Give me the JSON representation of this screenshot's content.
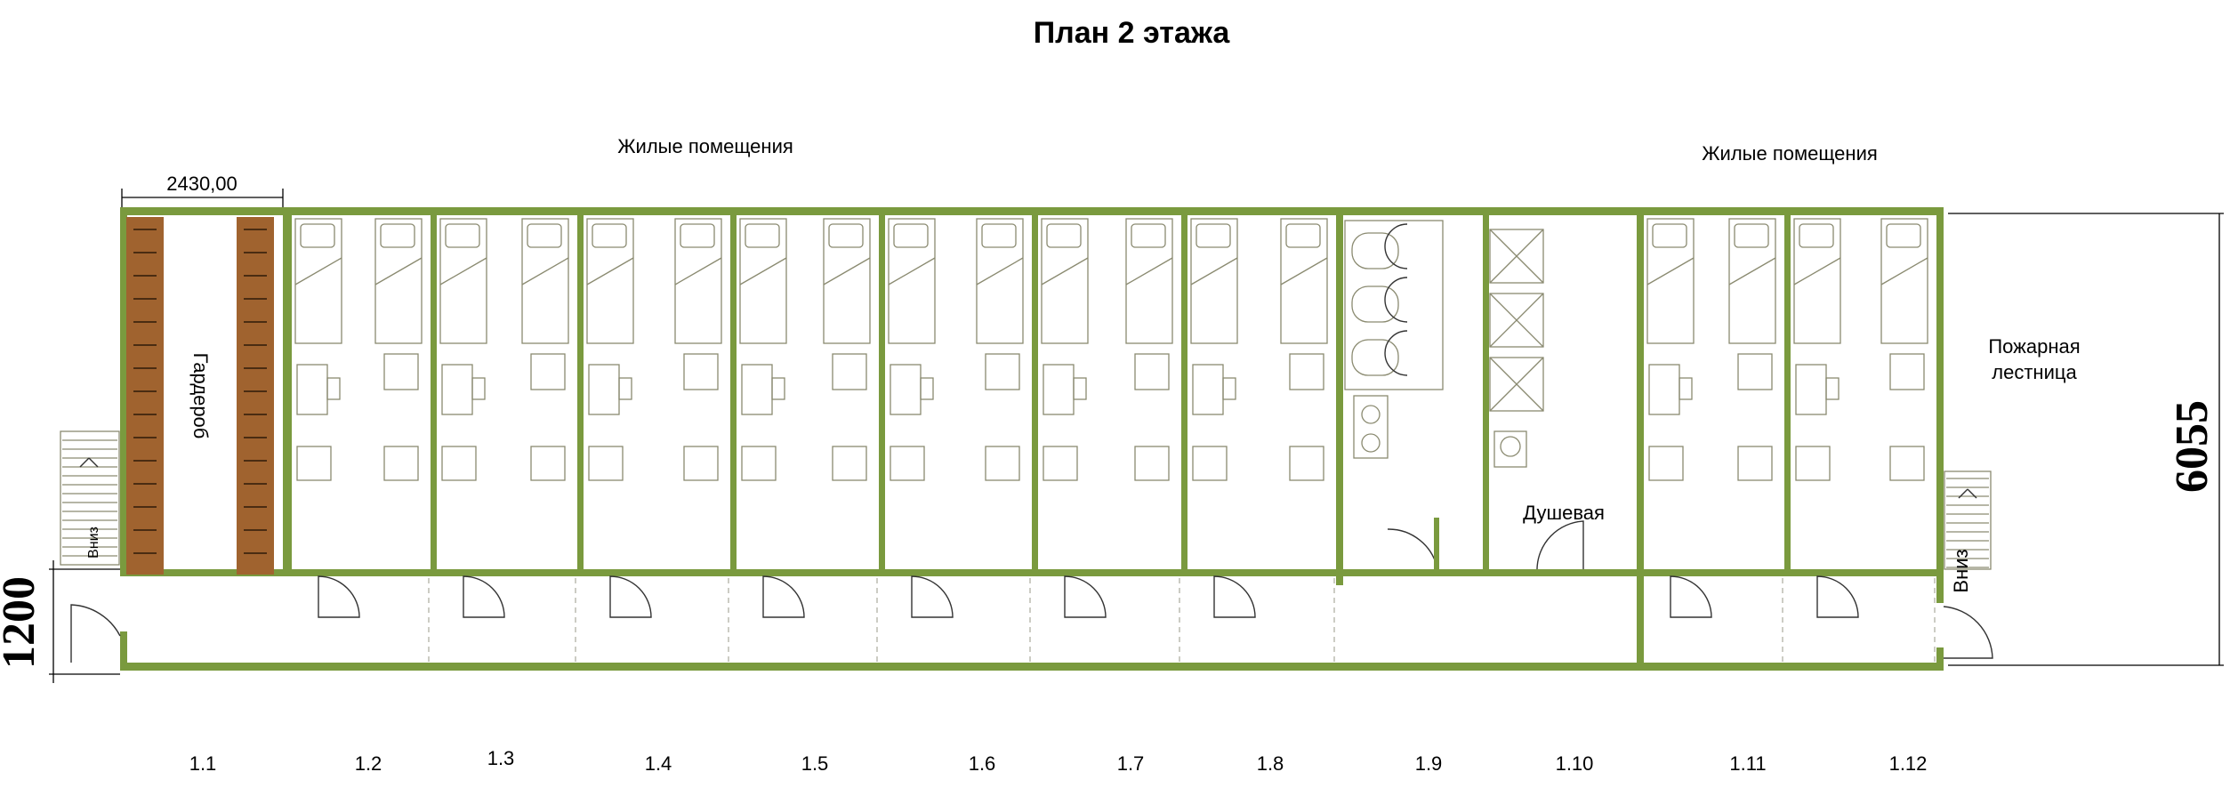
{
  "title": "План 2 этажа",
  "zones": {
    "living_left": "Жилые помещения",
    "living_right": "Жилые помещения",
    "wardrobe": "Гардероб",
    "shower": "Душевая",
    "fire_stairs": [
      "Пожарная",
      "лестница"
    ],
    "stairs_down_left": "Вниз",
    "stairs_down_right": "Вниз"
  },
  "dimensions": {
    "wardrobe_width": "2430,00",
    "height_right": "6055",
    "corridor_left": "1200"
  },
  "rooms": [
    "1.1",
    "1.2",
    "1.3",
    "1.4",
    "1.5",
    "1.6",
    "1.7",
    "1.8",
    "1.9",
    "1.10",
    "1.11",
    "1.12"
  ],
  "colors": {
    "wall": "#7a9a3e",
    "wardrobe": "#a0632f",
    "furniture": "#8a8a70"
  }
}
